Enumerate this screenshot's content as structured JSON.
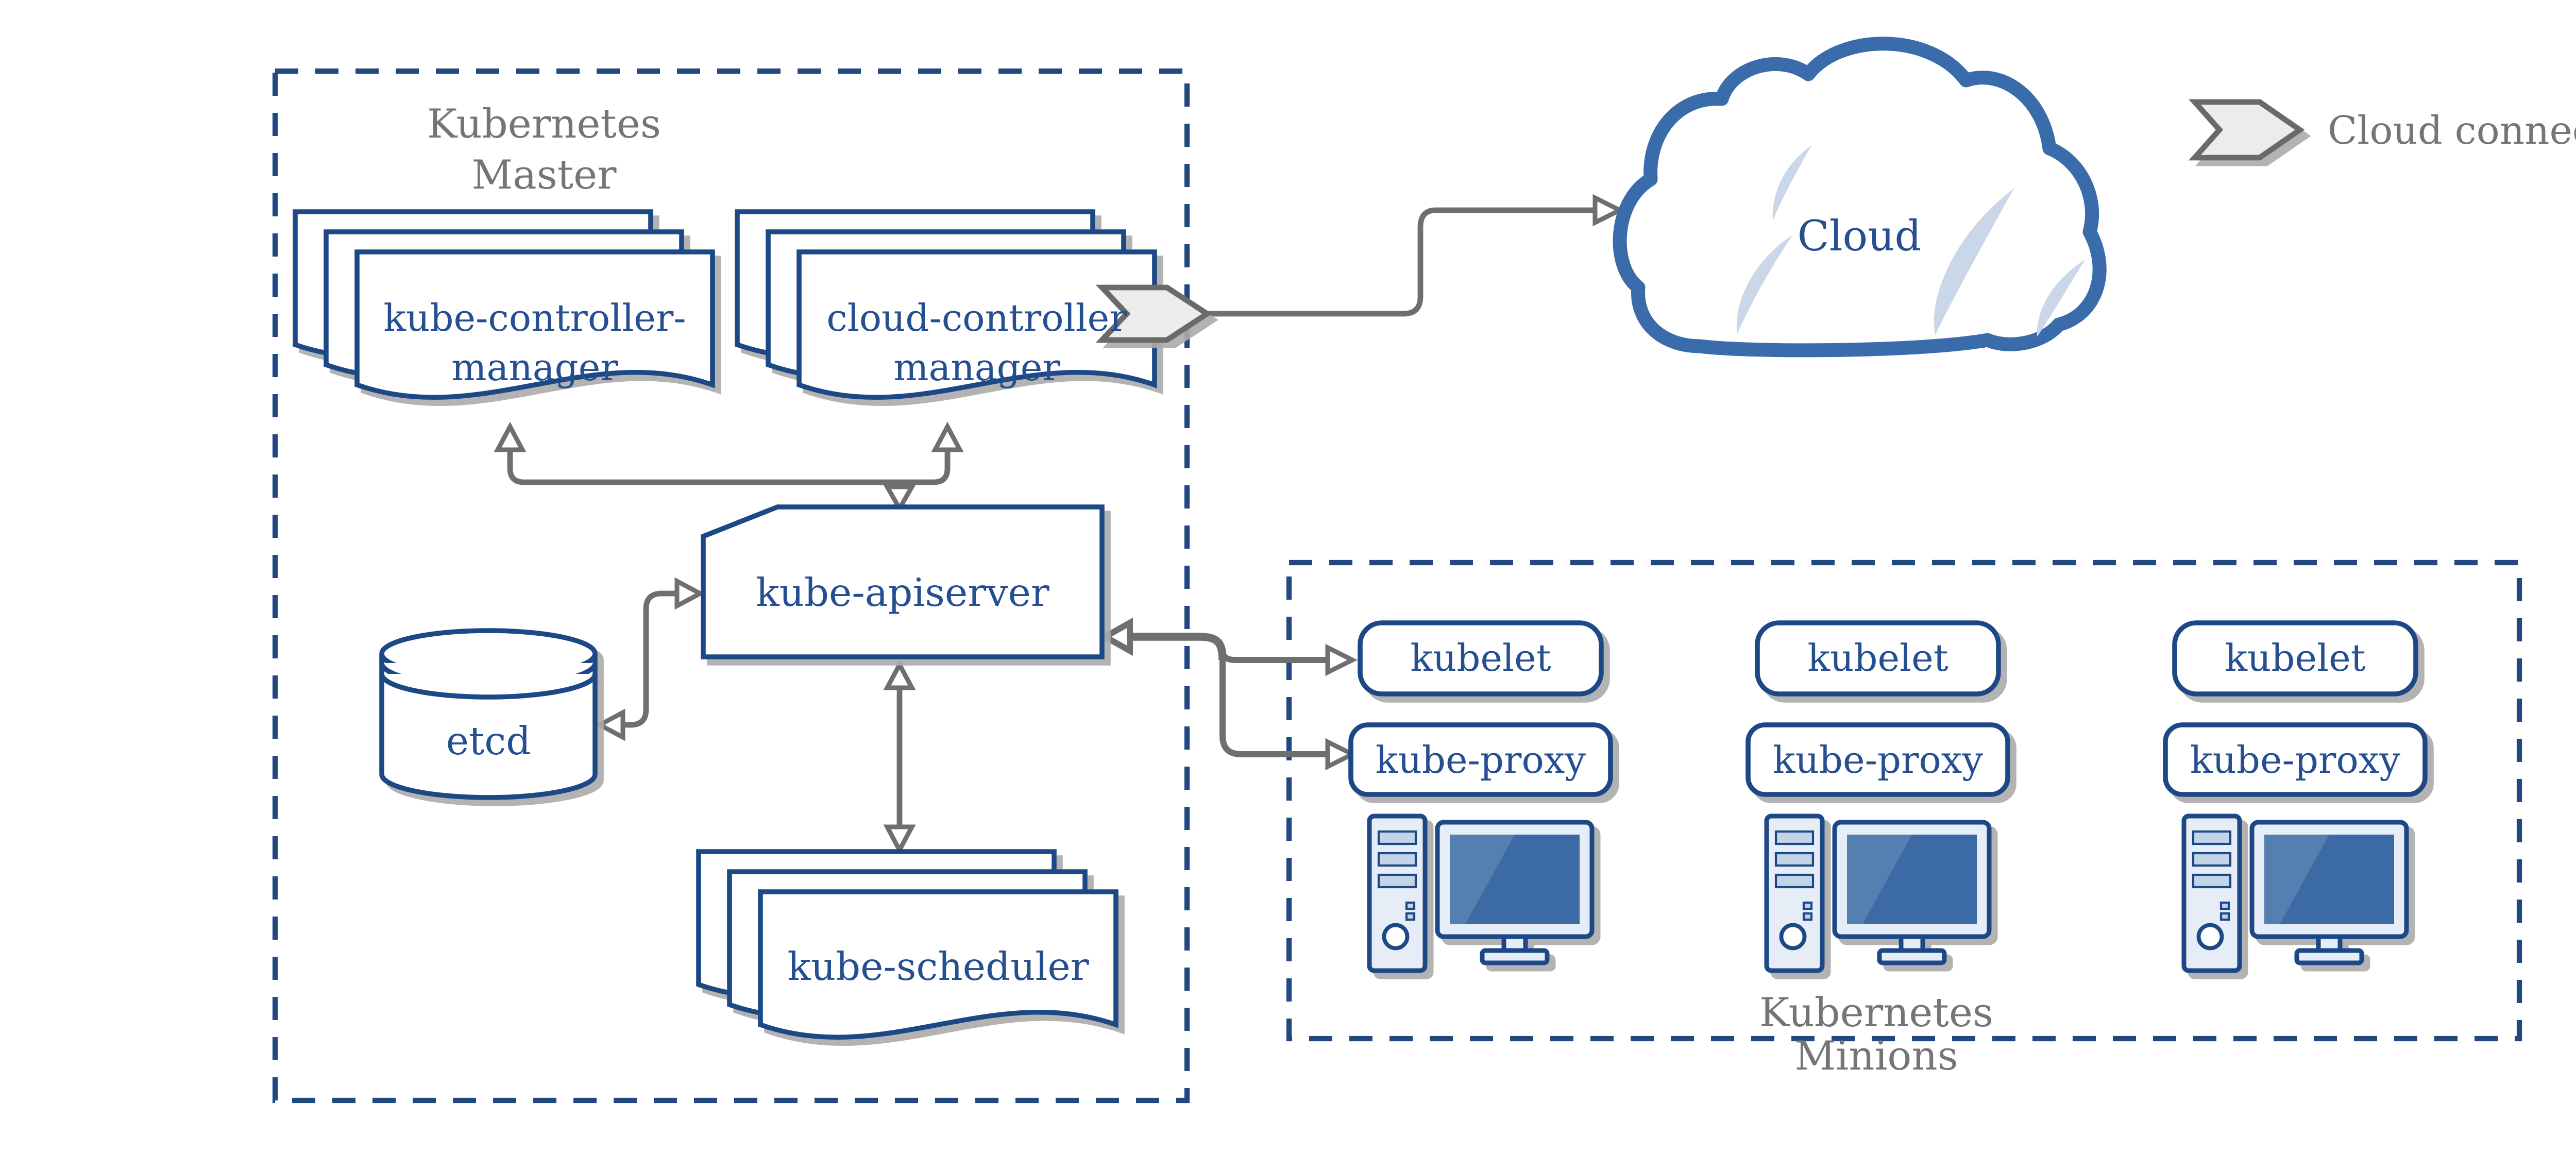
{
  "master": {
    "label_line1": "Kubernetes",
    "label_line2": "Master",
    "kube_controller_manager": {
      "line1": "kube-controller-",
      "line2": "manager"
    },
    "cloud_controller_manager": {
      "line1": "cloud-controller",
      "line2": "manager"
    },
    "kube_apiserver": {
      "label": "kube-apiserver"
    },
    "etcd": {
      "label": "etcd"
    },
    "kube_scheduler": {
      "label": "kube-scheduler"
    }
  },
  "cloud": {
    "label": "Cloud"
  },
  "legend": {
    "cloud_connector": "Cloud connector"
  },
  "minions": {
    "label_line1": "Kubernetes",
    "label_line2": "Minions",
    "nodes": [
      {
        "kubelet": "kubelet",
        "kube_proxy": "kube-proxy"
      },
      {
        "kubelet": "kubelet",
        "kube_proxy": "kube-proxy"
      },
      {
        "kubelet": "kubelet",
        "kube_proxy": "kube-proxy"
      }
    ]
  },
  "icons": [
    "cloud-connector-chevron-icon",
    "cloud-icon",
    "database-cylinder-icon",
    "document-stack-icon",
    "desktop-computer-icon"
  ],
  "colors": {
    "c-border": "#1e4a85",
    "c-text": "#254f91",
    "c-dash": "#21497f",
    "c-cloud": "#3a6cac",
    "c-crescent": "#c9d7e8",
    "c-gray-label": "#757575",
    "c-arrow": "#6f6f6f",
    "c-chev-fill": "#ececec",
    "c-chev-stroke": "#6b6b6b",
    "c-light-fill": "#e7edf6",
    "c-slot": "#c3d3e8",
    "c-screen": "#3b6ba5",
    "c-shadow": "#aaaaaa"
  }
}
